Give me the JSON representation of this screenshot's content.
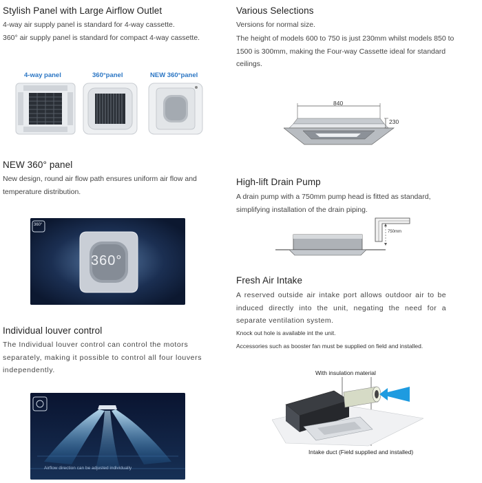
{
  "left": {
    "stylish": {
      "title": "Stylish Panel with Large Airflow Outlet",
      "line1": "4-way air supply panel is standard for 4-way cassette.",
      "line2": "360° air supply panel is standard for compact 4-way cassette.",
      "panels": [
        "4-way panel",
        "360°panel",
        "NEW 360°panel"
      ]
    },
    "new360": {
      "title": "NEW 360° panel",
      "desc": "New design, round air flow path ensures uniform air flow and temperature distribution.",
      "image_badge": "360°",
      "image_text": "360°"
    },
    "louver": {
      "title": "Individual louver control",
      "desc": "The Individual louver control can control the motors separately, making it possible to control all four louvers independently.",
      "caption": "Airflow direction can be adjusted individually"
    }
  },
  "right": {
    "various": {
      "title": "Various Selections",
      "line1": "Versions for normal size.",
      "line2": "The height of models 600 to 750 is just 230mm whilst models 850 to 1500 is 300mm, making the Four-way Cassette ideal for standard ceilings.",
      "dim_width": "840",
      "dim_height": "230"
    },
    "pump": {
      "title": "High-lift Drain Pump",
      "desc": "A drain pump with a 750mm pump head is fitted as standard, simplifying installation of the drain piping.",
      "dim": "750mm"
    },
    "fresh": {
      "title": "Fresh Air Intake",
      "desc": "A reserved outside air intake port allows outdoor air to be induced directly into the unit, negating the need for a separate ventilation system.",
      "note1": "Knock out hole is available int the unit.",
      "note2": "Accessories such as booster fan must be supplied on field and installed.",
      "label_top": "With insulation material",
      "label_bottom": "Intake duct (Field supplied and installed)"
    }
  }
}
